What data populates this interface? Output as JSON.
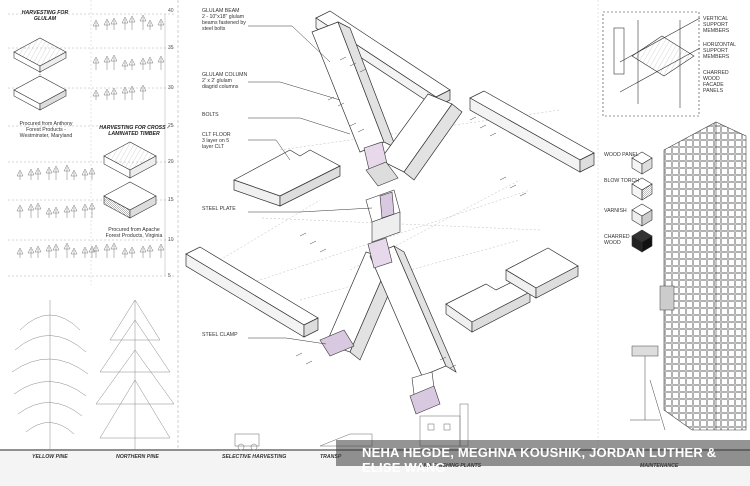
{
  "panel_left": {
    "header_glulam": "HARVESTING FOR\nGLULAM",
    "header_clt": "HARVESTING FOR CROSS -\nLAMINATED TIMBER",
    "source_glulam": "Procured from Anthony\nForest Products -\nWestminster, Maryland",
    "source_clt": "Procured from Apache\nForest Products, Virginia",
    "ticks": [
      "40",
      "35",
      "30",
      "25",
      "20",
      "15",
      "10",
      "5"
    ]
  },
  "callouts": {
    "glulam_beam": "GLULAM BEAM\n2 - 10\"x18\" glulam\nbeams fastened by\nsteel bolts",
    "glulam_column": "GLULAM COLUMN\n2' x 2' glulam\ndiagrid columns",
    "bolts": "BOLTS",
    "clt_floor": "CLT FLOOR\n3 layer on 5\nlayer CLT",
    "steel_plate": "STEEL PLATE",
    "steel_clamp": "STEEL CLAMP"
  },
  "facade": {
    "vertical": "VERTICAL\nSUPPORT\nMEMBERS",
    "horizontal": "HORIZONTAL\nSUPPORT\nMEMBERS",
    "charred": "CHARRED\nWOOD\nFACADE\nPANELS",
    "layers": [
      "WOOD PANEL",
      "BLOW TORCH",
      "VARNISH",
      "CHARRED\nWOOD"
    ]
  },
  "bottom_labels": {
    "yellow_pine": "YELLOW PINE",
    "northern_pine": "NORTHERN PINE",
    "selective": "SELECTIVE HARVESTING",
    "transport": "TRANSP",
    "finishing": "AND FINISHING PLANTS",
    "maintenance": "MAINTENANCE"
  },
  "credits": "NEHA HEGDE, MEGHNA KOUSHIK, JORDAN LUTHER & ELISE WANG"
}
